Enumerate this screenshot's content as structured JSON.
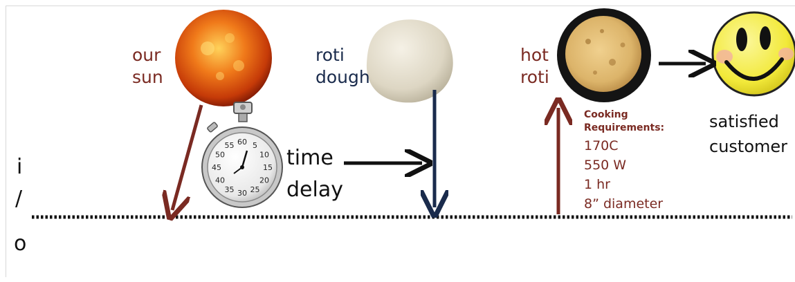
{
  "labels": {
    "our_sun": [
      "our",
      "sun"
    ],
    "roti_dough": [
      "roti",
      "dough"
    ],
    "hot_roti": [
      "hot",
      "roti"
    ],
    "time_delay": [
      "time",
      "delay"
    ],
    "satisfied_customer": [
      "satisfied",
      "customer"
    ]
  },
  "io_axis": [
    "i",
    "/",
    "o"
  ],
  "cooking": {
    "title": [
      "Cooking",
      "Requirements:"
    ],
    "items": [
      "170C",
      "550 W",
      "1 hr",
      "8” diameter"
    ]
  },
  "stopwatch_numbers": [
    "60",
    "5",
    "10",
    "15",
    "20",
    "25",
    "30",
    "35",
    "40",
    "45",
    "50",
    "55"
  ],
  "colors": {
    "maroon": "#7a2a22",
    "navy": "#1a2b4c",
    "black": "#111111"
  },
  "icons": [
    "sun-icon",
    "roti-dough-icon",
    "stopwatch-icon",
    "hot-roti-icon",
    "smiley-face-icon"
  ]
}
